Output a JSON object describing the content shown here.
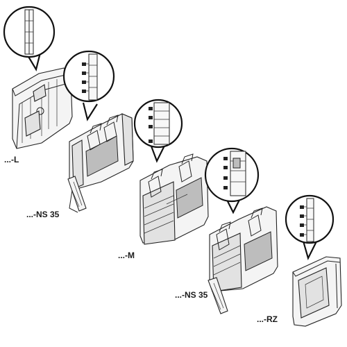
{
  "labels": {
    "l": "...-L",
    "ns35_a": "...-NS 35",
    "m": "...-M",
    "ns35_b": "...-NS 35",
    "rz": "...-RZ"
  }
}
